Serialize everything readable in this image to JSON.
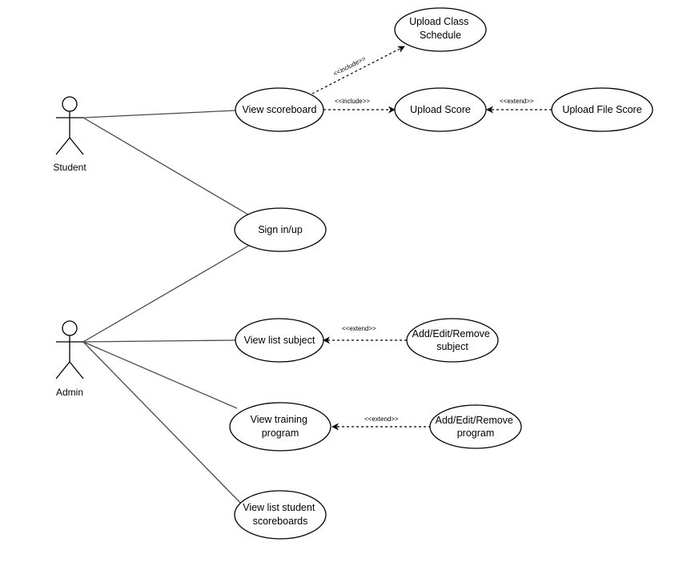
{
  "actors": {
    "student": {
      "label": "Student"
    },
    "admin": {
      "label": "Admin"
    }
  },
  "use_cases": {
    "upload_class_schedule": {
      "lines": [
        "Upload Class",
        "Schedule"
      ]
    },
    "view_scoreboard": {
      "lines": [
        "View scoreboard"
      ]
    },
    "upload_score": {
      "lines": [
        "Upload Score"
      ]
    },
    "upload_file_score": {
      "lines": [
        "Upload File Score"
      ]
    },
    "sign_in_up": {
      "lines": [
        "Sign in/up"
      ]
    },
    "view_list_subject": {
      "lines": [
        "View list subject"
      ]
    },
    "add_edit_remove_subject": {
      "lines": [
        "Add/Edit/Remove",
        "subject"
      ]
    },
    "view_training_program": {
      "lines": [
        "View training",
        "program"
      ]
    },
    "add_edit_remove_program": {
      "lines": [
        "Add/Edit/Remove",
        "program"
      ]
    },
    "view_list_student_scoreboards": {
      "lines": [
        "View list student",
        "scoreboards"
      ]
    }
  },
  "relations": {
    "include_schedule": "<<include>>",
    "include_score": "<<include>>",
    "extend_file_score": "<<extend>>",
    "extend_subject": "<<extend>>",
    "extend_program": "<<extend>>"
  }
}
